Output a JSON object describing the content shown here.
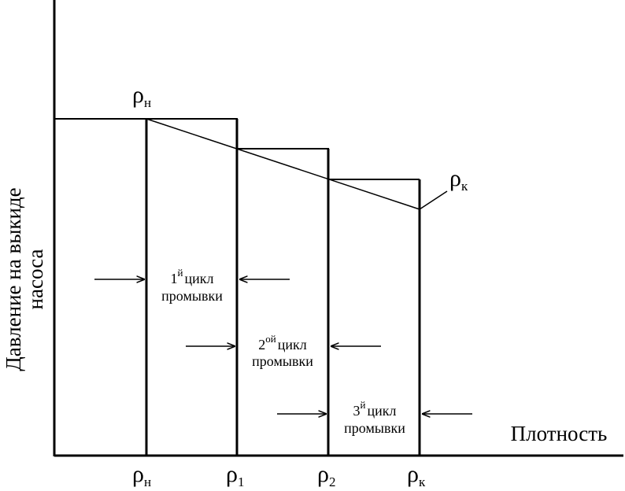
{
  "axes": {
    "y_title_line1": "Давление на выкиде",
    "y_title_line2": "насоса",
    "x_title": "Плотность"
  },
  "x_ticks": [
    {
      "symbol": "ρ",
      "sub": "н"
    },
    {
      "symbol": "ρ",
      "sub": "1"
    },
    {
      "symbol": "ρ",
      "sub": "2"
    },
    {
      "symbol": "ρ",
      "sub": "к"
    }
  ],
  "curve_labels": {
    "start": {
      "symbol": "ρ",
      "sub": "н"
    },
    "end": {
      "symbol": "ρ",
      "sub": "к"
    }
  },
  "cycles": [
    {
      "num": "1",
      "suffix": "й",
      "word": "цикл",
      "line2": "промывки"
    },
    {
      "num": "2",
      "suffix": "ой",
      "word": "цикл",
      "line2": "промывки"
    },
    {
      "num": "3",
      "suffix": "й",
      "word": "цикл",
      "line2": "промывки"
    }
  ],
  "colors": {
    "ink": "#000000",
    "background": "#ffffff"
  }
}
